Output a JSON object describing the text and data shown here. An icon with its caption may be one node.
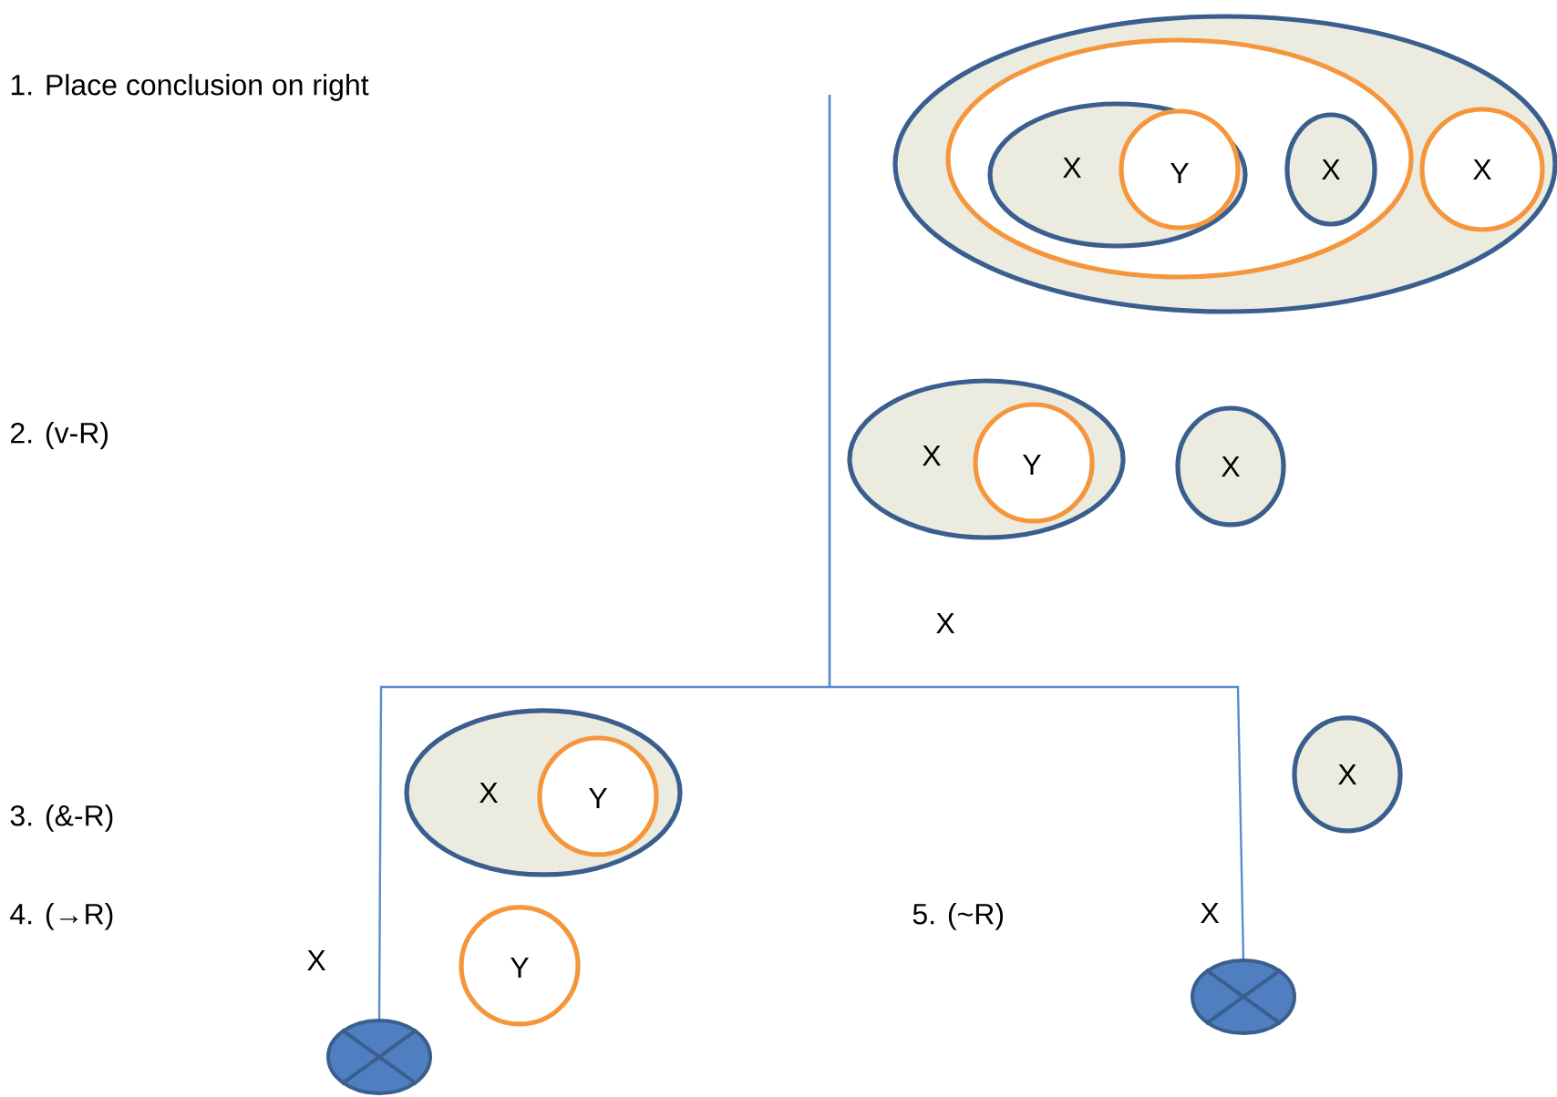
{
  "diagram": {
    "nodes": [
      {
        "text": [],
        "shape": "ellipse"
      },
      {
        "text": [],
        "shape": "ellipse",
        "in": 0
      },
      {
        "text": [
          "X"
        ],
        "in": 1
      },
      {
        "text": [
          "Y"
        ],
        "in": 2
      },
      {
        "text": [
          "X"
        ],
        "in": 1
      },
      {
        "text": [
          "X"
        ],
        "in": 0
      },
      {
        "text": [
          "X"
        ]
      },
      {
        "text": [
          "Y"
        ],
        "in": 6
      },
      {
        "text": [
          "X"
        ]
      },
      {
        "text": [
          "X"
        ]
      },
      {
        "text": [
          "Y"
        ],
        "in": 9
      },
      {
        "text": [
          "Y"
        ]
      },
      {
        "text": [
          "X"
        ]
      },
      {
        "text": [],
        "shape": "circle"
      },
      {
        "text": [],
        "shape": "circle"
      }
    ],
    "edges": [
      {
        "from": null,
        "to": 13,
        "arrow": "none"
      },
      {
        "from": null,
        "to": 14,
        "arrow": "none"
      }
    ],
    "labels": [
      "1. Place conclusion on right",
      "2. (v-R)",
      "X",
      "3. (&-R)",
      "4.  (→R)",
      "X",
      "5. (~R)",
      "X"
    ]
  }
}
